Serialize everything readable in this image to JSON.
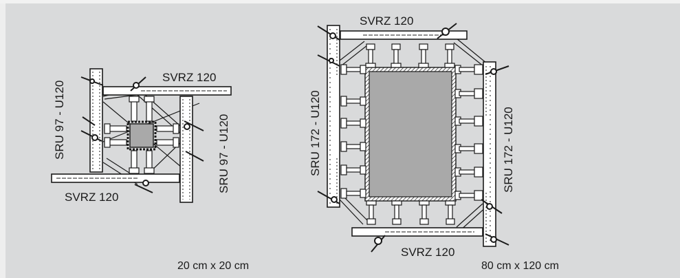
{
  "left_diagram": {
    "label_top_right": "SVRZ 120",
    "label_bottom_left": "SVRZ 120",
    "label_left_vertical": "SRU 97 - U120",
    "label_right_vertical": "SRU 97 - U120",
    "caption": "20 cm x 20 cm"
  },
  "right_diagram": {
    "label_top": "SVRZ 120",
    "label_bottom": "SVRZ 120",
    "label_left_vertical": "SRU 172 - U120",
    "label_right_vertical": "SRU 172 - U120",
    "caption": "80 cm x 120 cm"
  },
  "colors": {
    "background": "#d9dadb",
    "line": "#1a1a1a",
    "column": "#a9a9a9",
    "steel": "#ffffff"
  }
}
